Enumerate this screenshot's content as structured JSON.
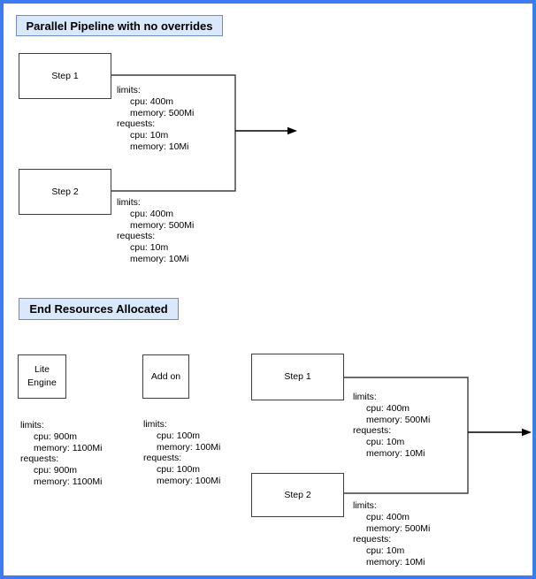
{
  "colors": {
    "frame_border": "#3b7cf3",
    "title_fill": "#dae8fc",
    "title_stroke": "#6c8ebf",
    "node_fill": "#ffffff",
    "node_stroke": "#3d3d3d",
    "connector": "#3d3d3d",
    "arrow": "#000000",
    "text": "#000000"
  },
  "sections": [
    {
      "title": "Parallel Pipeline with no overrides",
      "nodes": [
        {
          "label": "Step 1",
          "resources": [
            "limits:",
            "cpu: 400m",
            "memory: 500Mi",
            "requests:",
            "cpu: 10m",
            "memory: 10Mi"
          ]
        },
        {
          "label": "Step 2",
          "resources": [
            "limits:",
            "cpu: 400m",
            "memory: 500Mi",
            "requests:",
            "cpu: 10m",
            "memory: 10Mi"
          ]
        }
      ]
    },
    {
      "title": "End Resources Allocated",
      "nodes": [
        {
          "label": "Lite Engine",
          "label_lines": [
            "Lite",
            "Engine"
          ],
          "resources": [
            "limits:",
            "cpu: 900m",
            "memory: 1100Mi",
            "requests:",
            "cpu: 900m",
            "memory: 1100Mi"
          ]
        },
        {
          "label": "Add on",
          "resources": [
            "limits:",
            "cpu: 100m",
            "memory: 100Mi",
            "requests:",
            "cpu: 100m",
            "memory: 100Mi"
          ]
        },
        {
          "label": "Step 1",
          "resources": [
            "limits:",
            "cpu: 400m",
            "memory: 500Mi",
            "requests:",
            "cpu: 10m",
            "memory: 10Mi"
          ]
        },
        {
          "label": "Step 2",
          "resources": [
            "limits:",
            "cpu: 400m",
            "memory: 500Mi",
            "requests:",
            "cpu: 10m",
            "memory: 10Mi"
          ]
        }
      ]
    }
  ]
}
